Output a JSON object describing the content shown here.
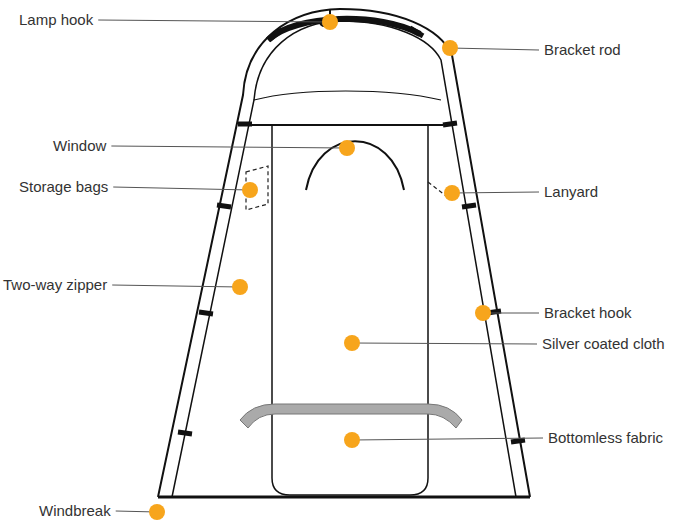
{
  "diagram": {
    "labels": [
      "Lamp hook",
      "Bracket rod",
      "Window",
      "Storage bags",
      "Lanyard",
      "Two-way zipper",
      "Bracket hook",
      "Silver coated cloth",
      "Bottomless fabric",
      "Windbreak"
    ]
  }
}
